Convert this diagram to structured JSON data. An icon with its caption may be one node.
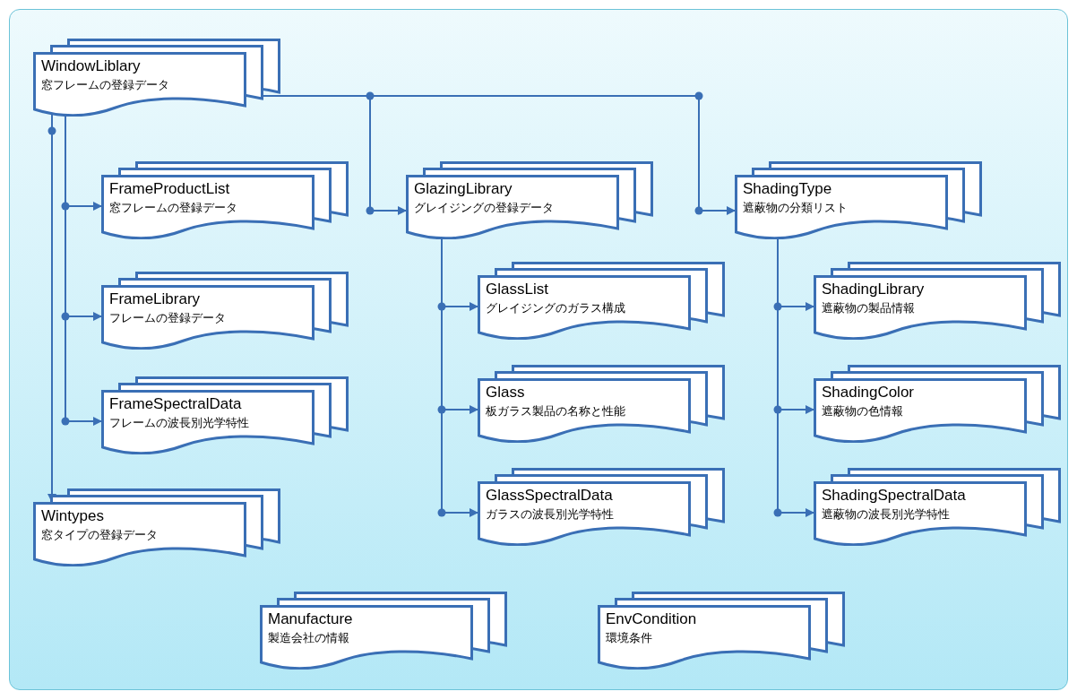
{
  "diagram": {
    "nodes": [
      {
        "text": [
          "WindowLiblary",
          "窓フレームの登録データ"
        ]
      },
      {
        "text": [
          "FrameProductList",
          "窓フレームの登録データ"
        ]
      },
      {
        "text": [
          "GlazingLibrary",
          "グレイジングの登録データ"
        ]
      },
      {
        "text": [
          "ShadingType",
          "遮蔽物の分類リスト"
        ]
      },
      {
        "text": [
          "GlassList",
          "グレイジングのガラス構成"
        ]
      },
      {
        "text": [
          "ShadingLibrary",
          "遮蔽物の製品情報"
        ]
      },
      {
        "text": [
          "FrameLibrary",
          "フレームの登録データ"
        ]
      },
      {
        "text": [
          "Glass",
          "板ガラス製品の名称と性能"
        ]
      },
      {
        "text": [
          "ShadingColor",
          "遮蔽物の色情報"
        ]
      },
      {
        "text": [
          "FrameSpectralData",
          "フレームの波長別光学特性"
        ]
      },
      {
        "text": [
          "GlassSpectralData",
          "ガラスの波長別光学特性"
        ]
      },
      {
        "text": [
          "ShadingSpectralData",
          "遮蔽物の波長別光学特性"
        ]
      },
      {
        "text": [
          "Wintypes",
          "窓タイプの登録データ"
        ]
      },
      {
        "text": [
          "Manufacture",
          "製造会社の情報"
        ]
      },
      {
        "text": [
          "EnvCondition",
          "環境条件"
        ]
      }
    ],
    "edges": [
      {
        "from": 0,
        "to": 1,
        "arrow": "to"
      },
      {
        "from": 0,
        "to": 6,
        "arrow": "to"
      },
      {
        "from": 0,
        "to": 9,
        "arrow": "to"
      },
      {
        "from": 0,
        "to": 12,
        "arrow": "to"
      },
      {
        "from": 0,
        "to": 2,
        "arrow": "to"
      },
      {
        "from": 0,
        "to": 3,
        "arrow": "to"
      },
      {
        "from": 2,
        "to": 4,
        "arrow": "to"
      },
      {
        "from": 2,
        "to": 7,
        "arrow": "to"
      },
      {
        "from": 2,
        "to": 10,
        "arrow": "to"
      },
      {
        "from": 3,
        "to": 5,
        "arrow": "to"
      },
      {
        "from": 3,
        "to": 8,
        "arrow": "to"
      },
      {
        "from": 3,
        "to": 11,
        "arrow": "to"
      }
    ]
  }
}
